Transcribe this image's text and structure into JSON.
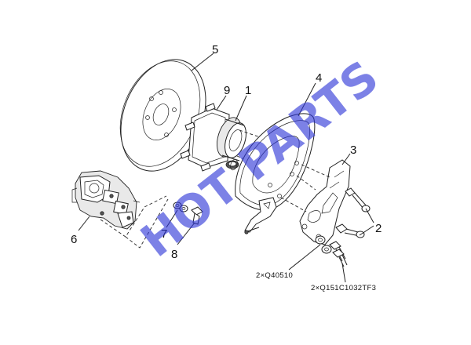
{
  "callouts": {
    "c1": "1",
    "c2": "2",
    "c3": "3",
    "c4": "4",
    "c5": "5",
    "c6": "6",
    "c7": "7",
    "c8": "8",
    "c9": "9"
  },
  "part_numbers": {
    "q40510": "2×Q40510",
    "q151": "2×Q151C1032TF3"
  },
  "watermark": {
    "text": "HOT PARTS",
    "color": "#2b33d6"
  }
}
